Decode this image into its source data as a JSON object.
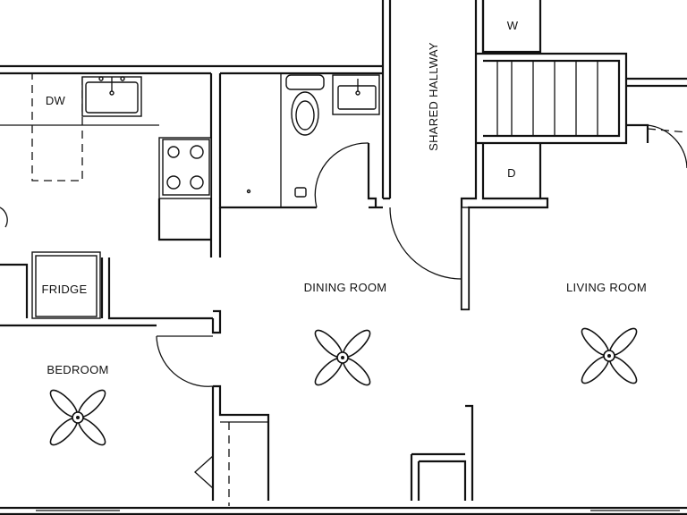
{
  "rooms": {
    "dining": "DINING ROOM",
    "living": "LIVING ROOM",
    "bedroom": "BEDROOM",
    "hallway": "SHARED HALLWAY"
  },
  "appliances": {
    "dishwasher": "DW",
    "fridge": "FRIDGE",
    "washer": "W",
    "dryer": "D"
  }
}
